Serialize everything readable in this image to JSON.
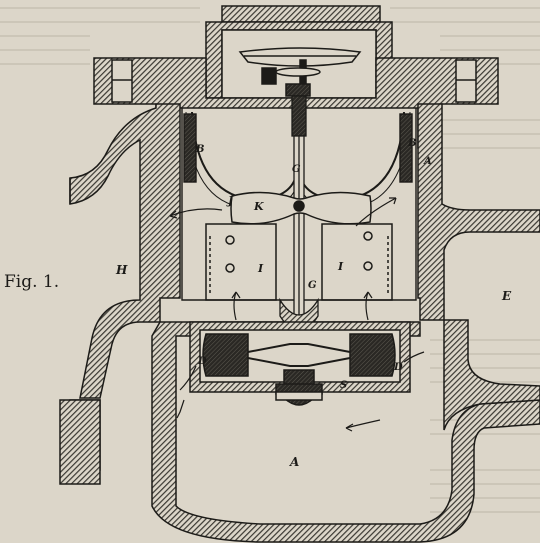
{
  "figure": {
    "caption": "Fig. 1."
  },
  "labels": {
    "H": "H",
    "E": "E",
    "A_upper": "A",
    "A_lower": "A",
    "B_left": "B",
    "B_right": "B",
    "G_upper": "G",
    "G_lower": "G",
    "J": "J",
    "K": "K",
    "I_left": "I",
    "I_right": "I",
    "D_left": "D",
    "D_right": "D",
    "S": "S"
  },
  "colors": {
    "paper": "#dcd6c9",
    "ink": "#1c1b18",
    "hatch": "#4a4740"
  }
}
